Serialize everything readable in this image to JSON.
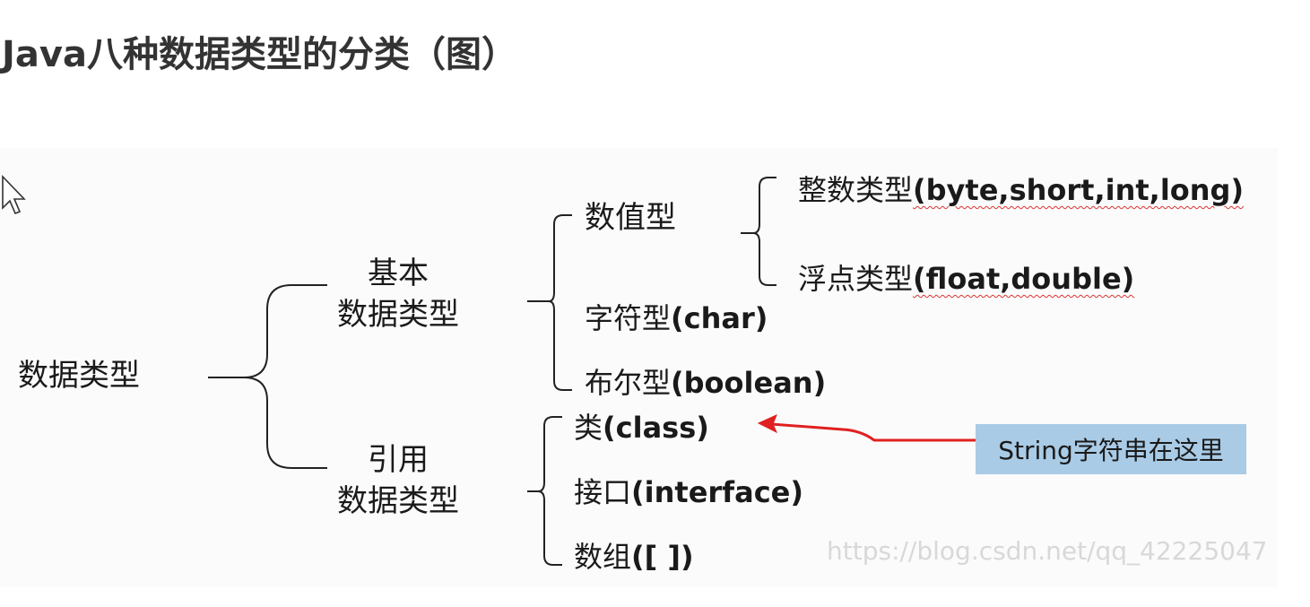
{
  "title": "Java八种数据类型的分类（图）",
  "diagram": {
    "root": "数据类型",
    "basic": {
      "line1": "基本",
      "line2": "数据类型"
    },
    "reference": {
      "line1": "引用",
      "line2": "数据类型"
    },
    "numeric": "数值型",
    "integer": {
      "label": "整数类型",
      "types": "(byte,short,int,long)"
    },
    "float": {
      "label": "浮点类型",
      "types": "(float,double)"
    },
    "char": {
      "label": "字符型",
      "types": "(char)"
    },
    "bool": {
      "label": "布尔型",
      "types": "(boolean)"
    },
    "class": {
      "label": "类",
      "types": "(class)"
    },
    "interface": {
      "label": "接口",
      "types": "(interface)"
    },
    "array": {
      "label": "数组",
      "types": "([ ])"
    },
    "callout": "String字符串在这里",
    "watermark": "https://blog.csdn.net/qq_42225047"
  },
  "colors": {
    "arrow": "#e02020",
    "callout_bg": "#a9cbe6",
    "title": "#333333"
  },
  "icons": [
    "mouse-cursor-icon",
    "red-arrow-icon"
  ]
}
